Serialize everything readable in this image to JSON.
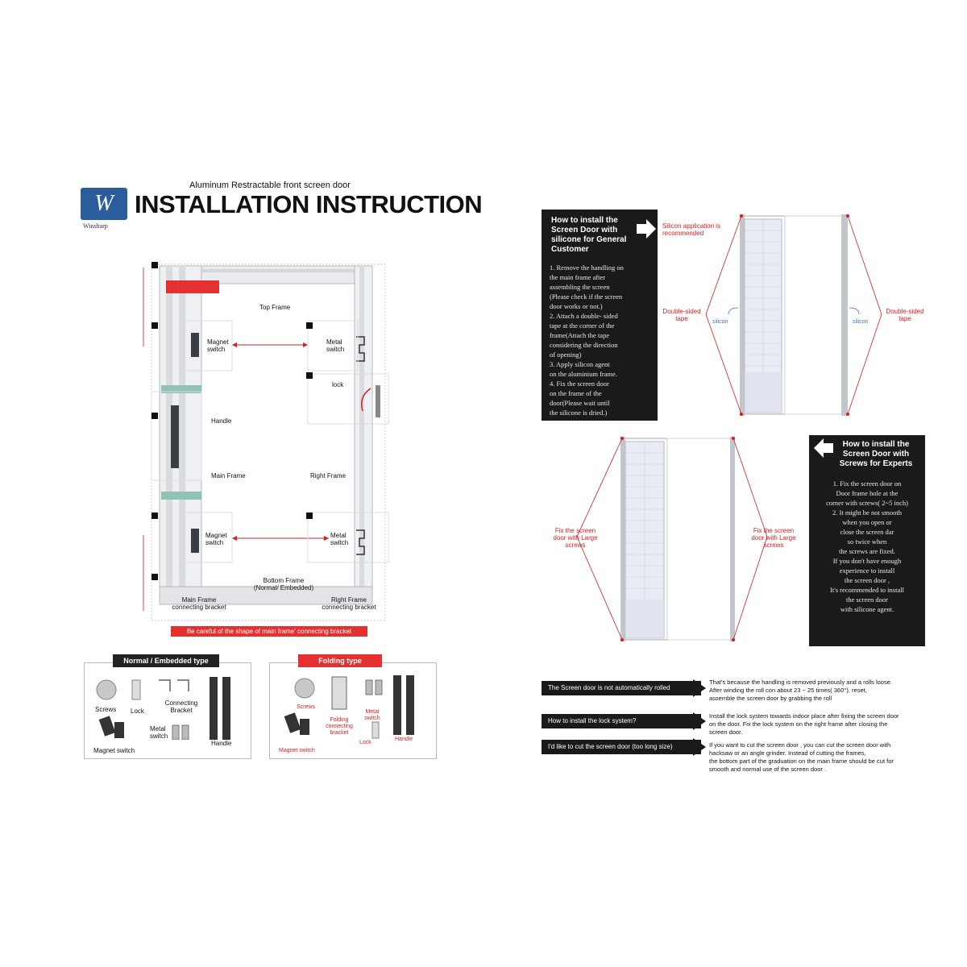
{
  "header": {
    "subtitle": "Aluminum Restractable front screen door",
    "title": "INSTALLATION INSTRUCTION",
    "brand": "Winsharp",
    "logo_letter": "W"
  },
  "left_diagram": {
    "top_red_note": "",
    "top_frame": "Top Frame",
    "magnet_switch": "Magnet switch",
    "metal_switch": "Metal switch",
    "lock": "lock",
    "handle": "Handle",
    "main_frame": "Main Frame",
    "right_frame": "Right Frame",
    "bottom_frame": "Bottom Frame (Normal/ Embedded)",
    "main_frame_bracket": "Main Frame connecting bracket",
    "right_frame_bracket": "Right Frame connecting bracket",
    "warning": "Be careful of the shape of main frame' connecting bracket"
  },
  "kits": {
    "normal": {
      "title": "Normal / Embedded type",
      "items": [
        "Screws",
        "Lock",
        "Connecting Bracket",
        "Metal switch",
        "Handle",
        "Magnet switch"
      ]
    },
    "folding": {
      "title": "Folding type",
      "items": [
        "Screws",
        "Folding connecting bracket",
        "Metal switch",
        "Lock",
        "Handle",
        "Magnet switch"
      ]
    }
  },
  "silicone_panel": {
    "heading": "How to install the Screen Door with silicone for General Customer",
    "steps": [
      "1. Remove the handling on",
      "the main frame after",
      "assembling the screen",
      "(Please check if the screen",
      "door works or not.)",
      "2. Attach a double- sided",
      "tape at the corner of the",
      "frame(Attach the tape",
      "considering the direction",
      "of opening)",
      "3. Apply silicon agent",
      "on the aluminium frame.",
      "4. Fix the screen door",
      "on the frame of the",
      "door(Please wait until",
      "the silicone is dried.)"
    ],
    "silicon_note": "Silicon application is recommended",
    "double_sided_left": "Double-sided tape",
    "double_sided_right": "Double-sided tape",
    "silicon_left": "silicon",
    "silicon_right": "silicon"
  },
  "screws_panel": {
    "heading": "How to install the Screen Door with Screws for Experts",
    "steps": [
      "1. Fix the screen door on",
      "Door frame hole at the",
      "corner with screws( 2~5 inch)",
      "2. It might be not smooth",
      "when you open or",
      "close the screen dar",
      "so twice when",
      "the screws are fixed.",
      "If you don't have enough",
      "experience to install",
      "the screen door ,",
      "It's recommended to install",
      "the screen door",
      "with silicone agent."
    ],
    "fix_left": "Fix the screen door with Large screws",
    "fix_right": "Fix the screen door with Large screws"
  },
  "faq": [
    {
      "question": "The Screen door is not automatically rolled",
      "answer": [
        "That's because the handling is removed previously and a rolls loose.",
        "After winding the roll con about 23 ~ 25 times( 360°), reset,",
        "assemble the screen door by grabbing the roll"
      ]
    },
    {
      "question": "How to install the lock system?",
      "answer": [
        "Install the lock system towards indoor place after fixing the screen door",
        "on the door. Fix the lock system on the right frame after closing the",
        "screen door."
      ]
    },
    {
      "question": "I'd like to cut the screen door (too long size)",
      "answer": [
        "If you want to cut the screen door , you can cut the screen door with",
        "hacksaw or an angle grinder. Instead of cutting the frames,",
        "the bottom part of the graduation on the main frame should be cut for",
        "smooth and normal use of the screen door ."
      ]
    }
  ],
  "colors": {
    "accent_red": "#e53030",
    "panel_black": "#1a1a1a",
    "logo_blue": "#2a5d9c",
    "guide_teal": "#8fc2b5"
  }
}
